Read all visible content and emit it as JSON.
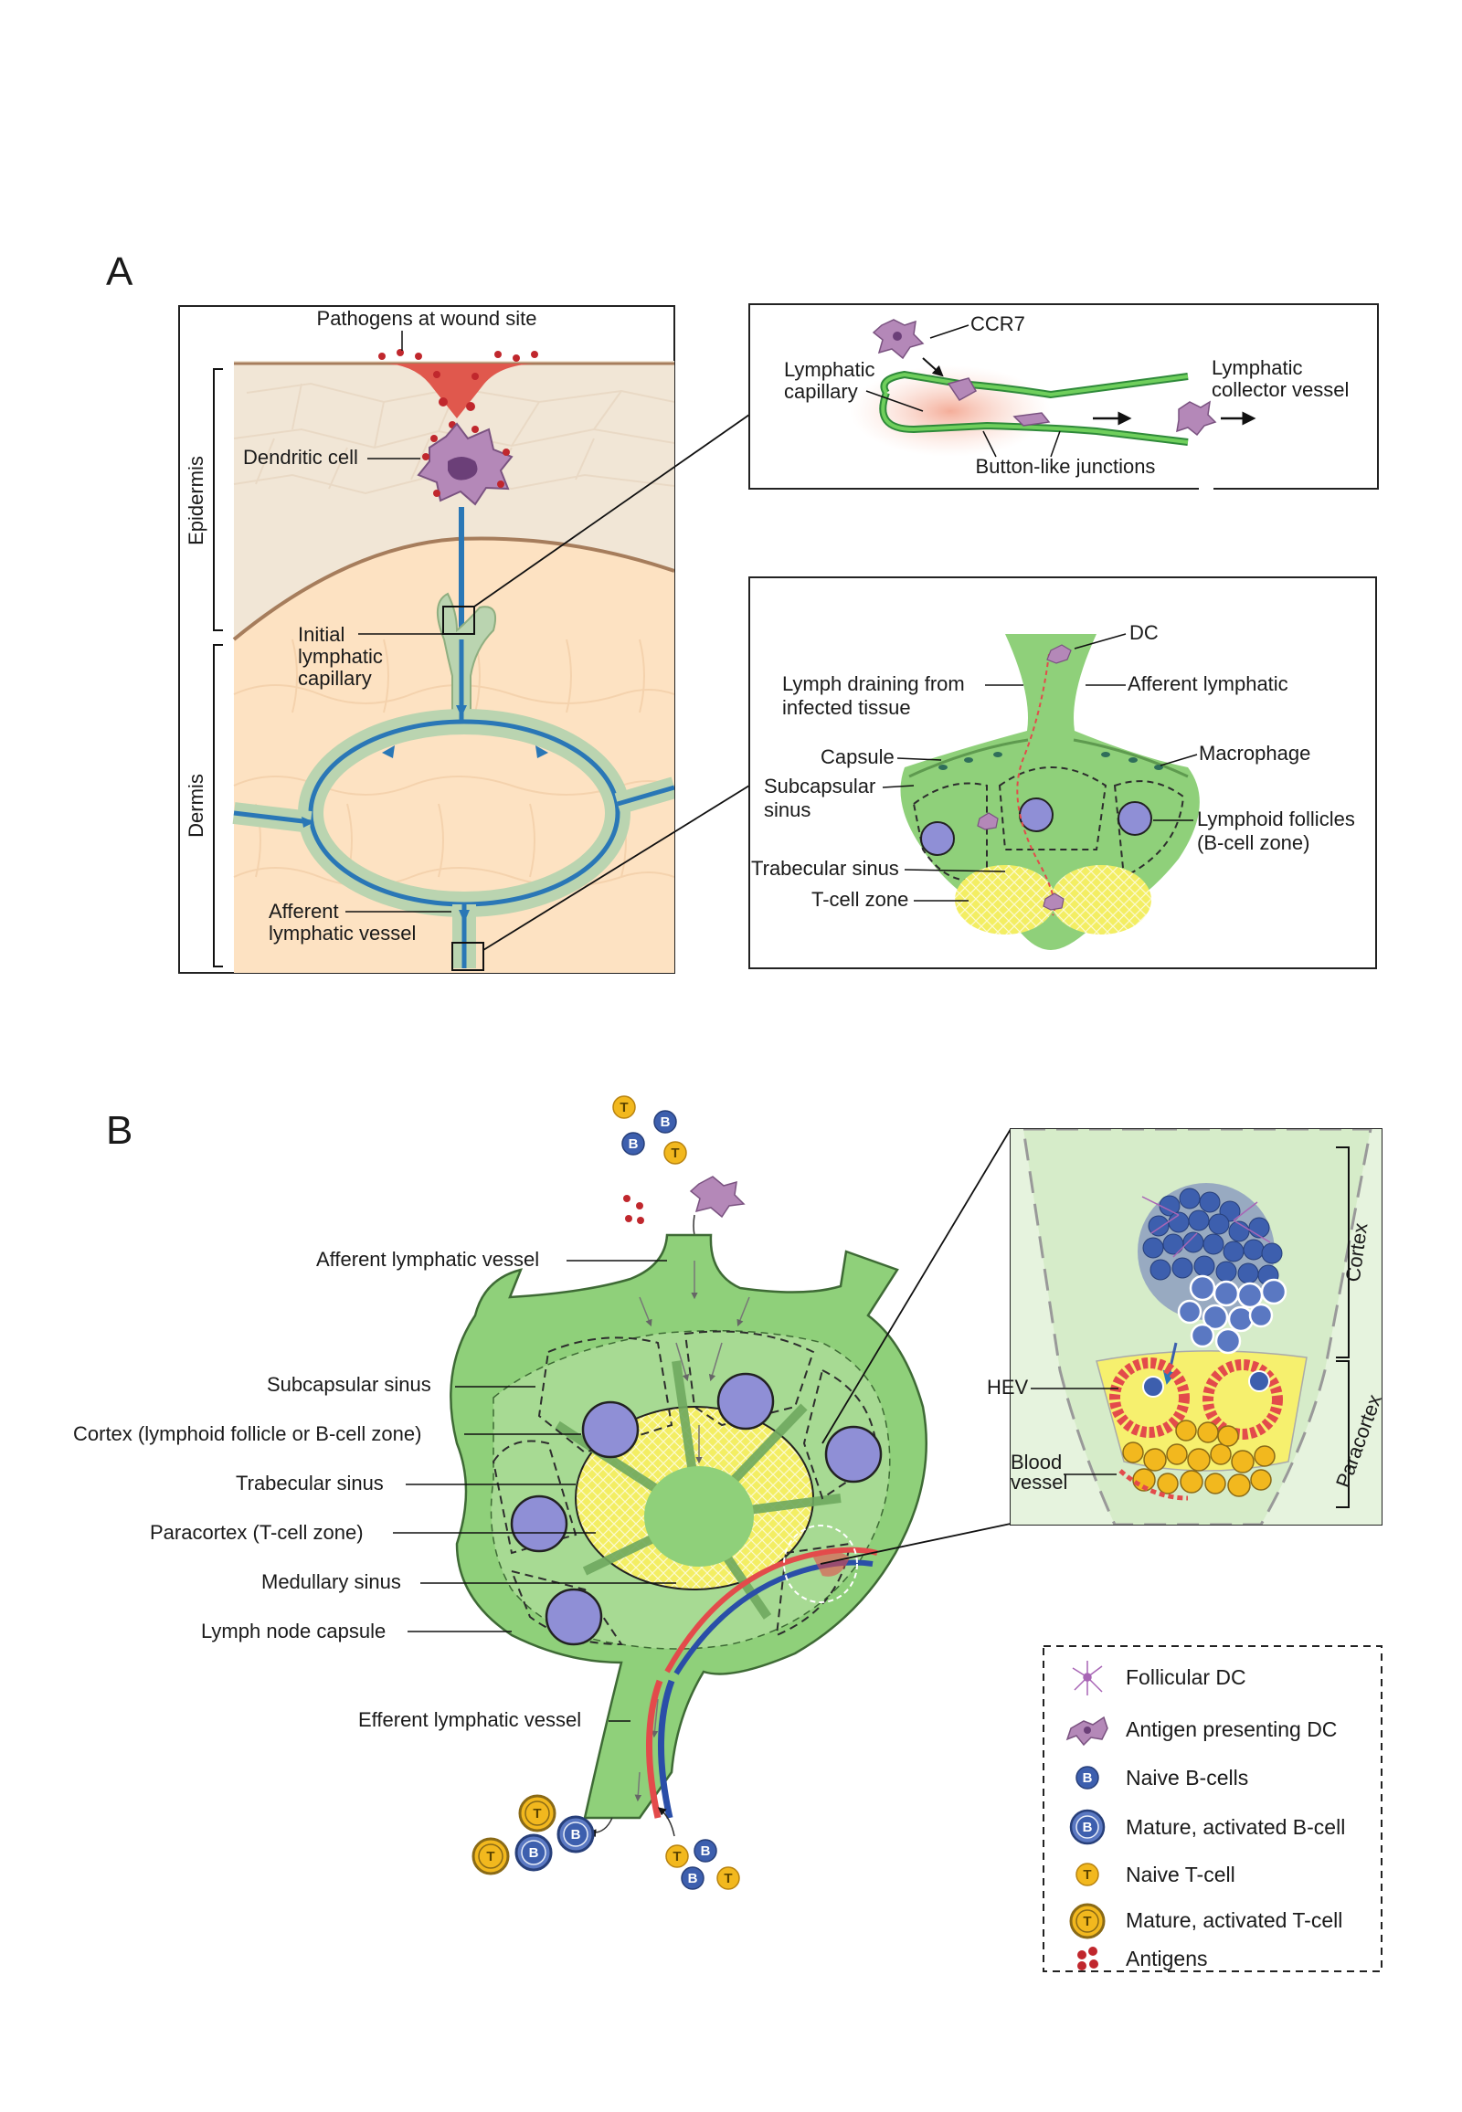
{
  "panel_a": {
    "letter": "A",
    "skin": {
      "pathogens": "Pathogens at wound site",
      "epidermis": "Epidermis",
      "dermis": "Dermis",
      "dendritic_cell": "Dendritic cell",
      "initial_capillary": [
        "Initial",
        "lymphatic",
        "capillary"
      ],
      "afferent_vessel": [
        "Afferent",
        "lymphatic vessel"
      ]
    },
    "capillary_inset": {
      "ccr7": "CCR7",
      "lymphatic_capillary": [
        "Lymphatic",
        "capillary"
      ],
      "collector_vessel": [
        "Lymphatic",
        "collector vessel"
      ],
      "button_junctions": "Button-like junctions"
    },
    "node_inset": {
      "dc": "DC",
      "lymph_draining": [
        "Lymph draining from",
        "infected tissue"
      ],
      "afferent_lymphatic": "Afferent lymphatic",
      "capsule": "Capsule",
      "macrophage": "Macrophage",
      "subcapsular_sinus": [
        "Subcapsular",
        "sinus"
      ],
      "lymphoid_follicles": [
        "Lymphoid follicles",
        "(B-cell zone)"
      ],
      "trabecular_sinus": "Trabecular sinus",
      "t_cell_zone": "T-cell zone"
    }
  },
  "panel_b": {
    "letter": "B",
    "labels": {
      "afferent": "Afferent lymphatic vessel",
      "subcapsular": "Subcapsular sinus",
      "cortex": "Cortex (lymphoid follicle or B-cell zone)",
      "trabecular": "Trabecular sinus",
      "paracortex": "Paracortex (T-cell zone)",
      "medullary": "Medullary sinus",
      "capsule": "Lymph node capsule",
      "efferent": "Efferent lymphatic vessel"
    },
    "zoom": {
      "cortex": "Cortex",
      "paracortex": "Paracortex",
      "hev": "HEV",
      "blood_vessel": [
        "Blood",
        "vessel"
      ]
    },
    "cell_glyphs": {
      "b": "B",
      "t": "T"
    },
    "legend": [
      {
        "label": "Follicular DC",
        "icon": "follicular-dc-icon"
      },
      {
        "label": "Antigen presenting DC",
        "icon": "antigen-presenting-dc-icon"
      },
      {
        "label": "Naive B-cells",
        "icon": "naive-b-cell-icon"
      },
      {
        "label": "Mature, activated B-cell",
        "icon": "mature-b-cell-icon"
      },
      {
        "label": "Naive T-cell",
        "icon": "naive-t-cell-icon"
      },
      {
        "label": "Mature, activated T-cell",
        "icon": "mature-t-cell-icon"
      },
      {
        "label": "Antigens",
        "icon": "antigens-icon"
      }
    ]
  },
  "colors": {
    "skin_epidermis": "#f1e6d6",
    "skin_dermis": "#fde2c2",
    "lymph_green": "#8fd07a",
    "lymph_light": "#c6e7b7",
    "vessel_blue": "#2a77b6",
    "t_zone_yellow": "#f3ee63",
    "follicle_purple": "#8f8fd6",
    "b_cell_blue": "#3d5fae",
    "t_cell_yellow": "#f2b81e",
    "antigen_red": "#c0272d",
    "dc_purple": "#b488b8"
  }
}
